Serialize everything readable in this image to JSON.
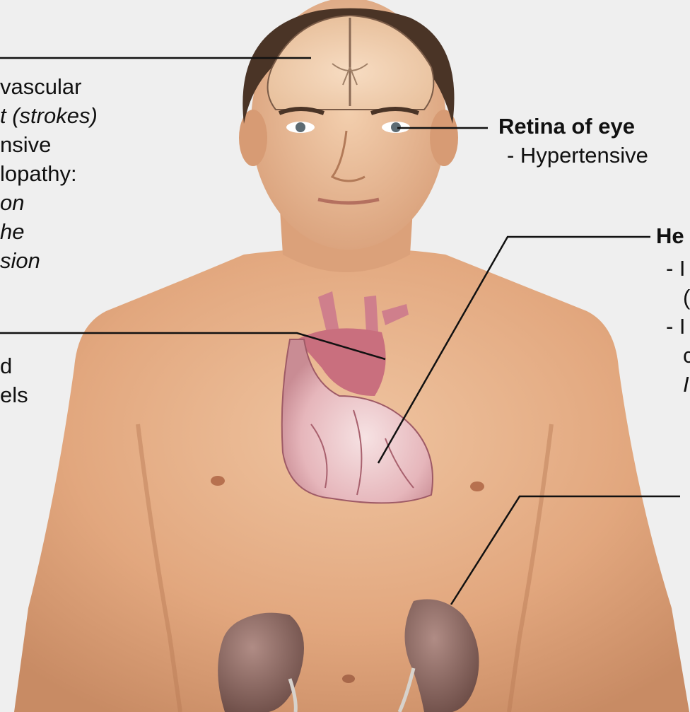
{
  "brain": {
    "lines": [
      "vascular",
      "t  (strokes)",
      "nsive",
      "lopathy:",
      "on",
      "he",
      "sion"
    ]
  },
  "vessels": {
    "lines": [
      "d",
      "els"
    ]
  },
  "eye": {
    "title": "Retina of eye",
    "items": [
      "- Hypertensive"
    ]
  },
  "heart": {
    "title": "He",
    "items": [
      "- I",
      "(",
      "- I",
      "c",
      "I"
    ]
  },
  "colors": {
    "background": "#efefef",
    "skin": "#e2a77e",
    "hair": "#4a3426",
    "heart": "#d98a95",
    "kidney": "#8f6a63",
    "leader_line": "#111111"
  }
}
